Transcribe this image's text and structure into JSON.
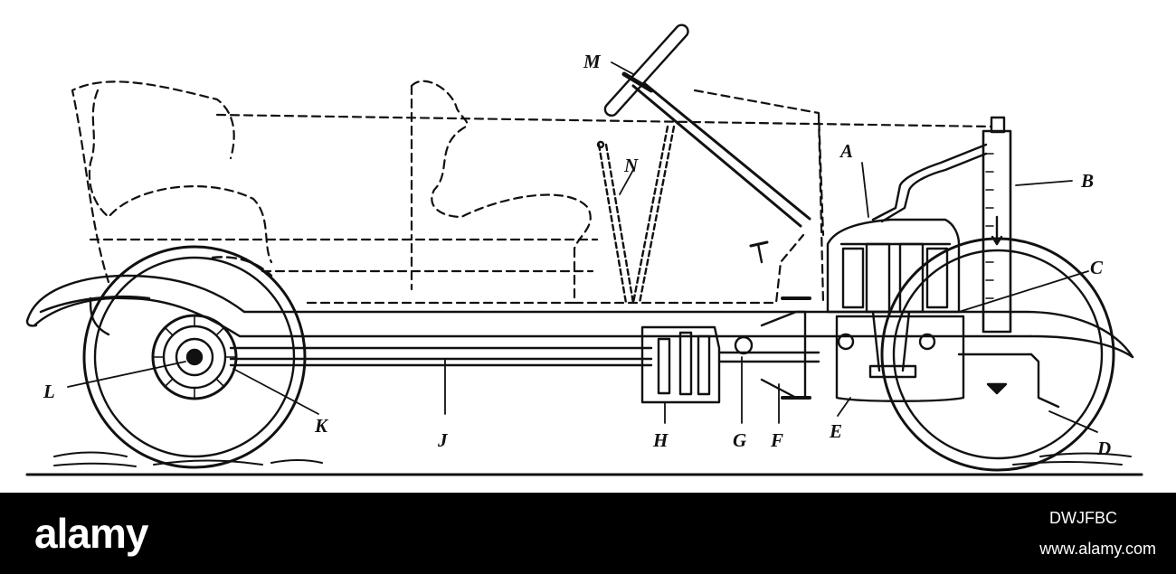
{
  "diagram": {
    "labels": [
      "A",
      "B",
      "C",
      "D",
      "E",
      "F",
      "G",
      "H",
      "J",
      "K",
      "L",
      "M",
      "N"
    ]
  },
  "footer": {
    "brand": "alamy",
    "image_id": "DWJFBC",
    "url": "www.alamy.com"
  },
  "colors": {
    "line": "#111111",
    "paper": "#ffffff",
    "footer_bg": "#000000",
    "footer_text": "#ffffff"
  }
}
